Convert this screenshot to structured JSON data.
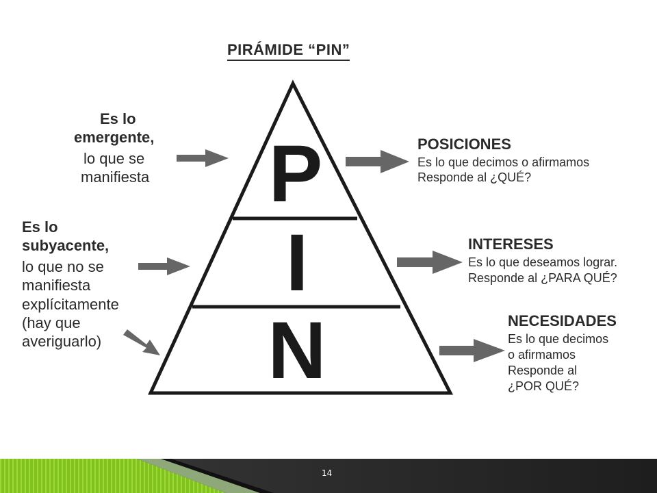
{
  "slide": {
    "title": "PIRÁMIDE “PIN”",
    "page_number": "14"
  },
  "pyramid": {
    "letters": [
      "P",
      "I",
      "N"
    ]
  },
  "left_notes": {
    "emergent": {
      "line1": "Es lo",
      "line2": "emergente,",
      "line3": "lo que se",
      "line4": "manifiesta"
    },
    "underlying": {
      "line1": "Es lo",
      "line2": "subyacente,",
      "line3": "lo que no se",
      "line4": "manifiesta",
      "line5": "explícitamente",
      "line6": "(hay que",
      "line7": "averiguarlo)"
    }
  },
  "right_notes": {
    "posiciones": {
      "heading": "POSICIONES",
      "line1": "Es lo que decimos o afirmamos",
      "line2": "Responde al ¿QUÉ?"
    },
    "intereses": {
      "heading": "INTERESES",
      "line1": "Es lo que deseamos lograr.",
      "line2": "Responde al ¿PARA QUÉ?"
    },
    "necesidades": {
      "heading": "NECESIDADES",
      "line1": "Es lo que decimos",
      "line2": "o afirmamos",
      "line3": "Responde al",
      "line4": "¿POR QUÉ?"
    }
  },
  "colors": {
    "line": "#1a1a1a",
    "arrow": "#666666",
    "footer_green": "#7fc31c",
    "footer_dark": "#2b2b2b"
  }
}
